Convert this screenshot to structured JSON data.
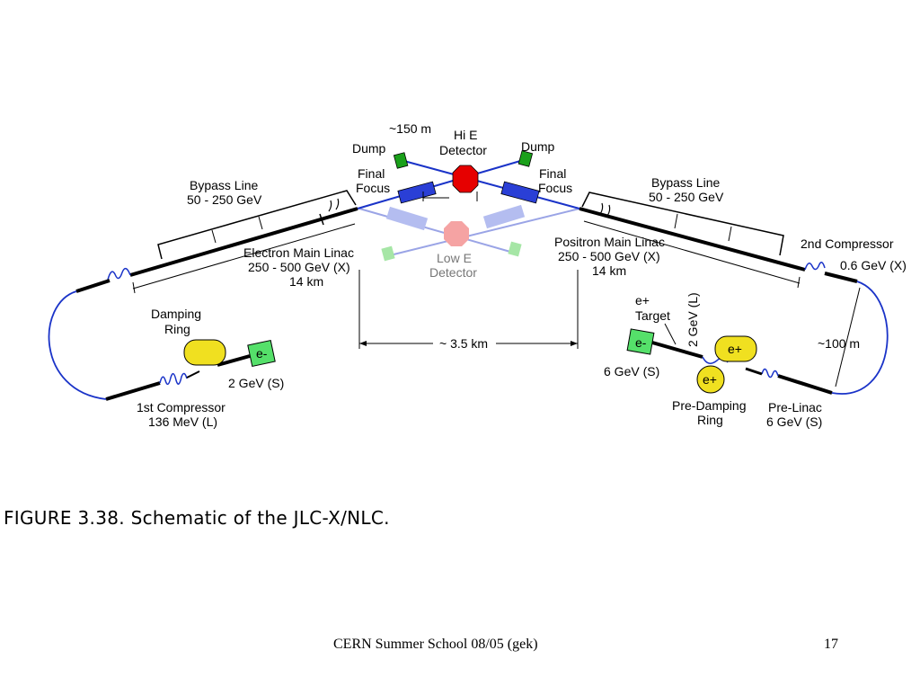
{
  "diagram": {
    "labels": {
      "distance_150m": "~150 m",
      "hi_e_detector_line1": "Hi E",
      "hi_e_detector_line2": "Detector",
      "dump_left": "Dump",
      "dump_right": "Dump",
      "final_focus_left_line1": "Final",
      "final_focus_left_line2": "Focus",
      "final_focus_right_line1": "Final",
      "final_focus_right_line2": "Focus",
      "bypass_left_line1": "Bypass Line",
      "bypass_left_line2": "50 - 250 GeV",
      "bypass_right_line1": "Bypass Line",
      "bypass_right_line2": "50 - 250 GeV",
      "electron_linac_line1": "Electron Main Linac",
      "electron_linac_line2": "250 - 500 GeV (X)",
      "electron_linac_line3": "14 km",
      "low_e_detector_line1": "Low E",
      "low_e_detector_line2": "Detector",
      "positron_linac_line1": "Positron Main Linac",
      "positron_linac_line2": "250 - 500 GeV (X)",
      "positron_linac_line3": "14 km",
      "second_compressor_line1": "2nd Compressor",
      "second_compressor_line2": "0.6 GeV (X)",
      "damping_ring_line1": "Damping",
      "damping_ring_line2": "Ring",
      "electron_source_label": "2 GeV (S)",
      "first_compressor_line1": "1st Compressor",
      "first_compressor_line2": "136 MeV (L)",
      "separation_distance": "~ 3.5 km",
      "positron_target_line1": "e+",
      "positron_target_line2": "Target",
      "positron_booster_energy": "2 GeV (L)",
      "distance_100m": "~100 m",
      "positron_source_energy": "6 GeV (S)",
      "pre_damping_ring_line1": "Pre-Damping",
      "pre_damping_ring_line2": "Ring",
      "pre_linac_line1": "Pre-Linac",
      "pre_linac_line2": "6 GeV (S)",
      "electron_source_symbol": "e-",
      "positron_source_symbol": "e-",
      "pre_damping_ring_symbol_1": "e+",
      "pre_damping_ring_symbol_2": "e+"
    },
    "colors": {
      "beamline": "#000000",
      "blue_line": "#1a33c8",
      "faded_blue_line": "#9aa4e6",
      "detector_hi": "#e60000",
      "detector_low": "#f5a3a3",
      "dump": "#1aa01a",
      "dump_faded": "#a6e6a6",
      "magnet": "#2a3fd6",
      "magnet_faded": "#b4bdf0",
      "ring": "#f0e020",
      "source": "#55e06a"
    }
  },
  "caption": "FIGURE 3.38. Schematic of the JLC-X/NLC.",
  "footer": {
    "text": "CERN Summer School 08/05 (gek)",
    "page_number": "17"
  }
}
